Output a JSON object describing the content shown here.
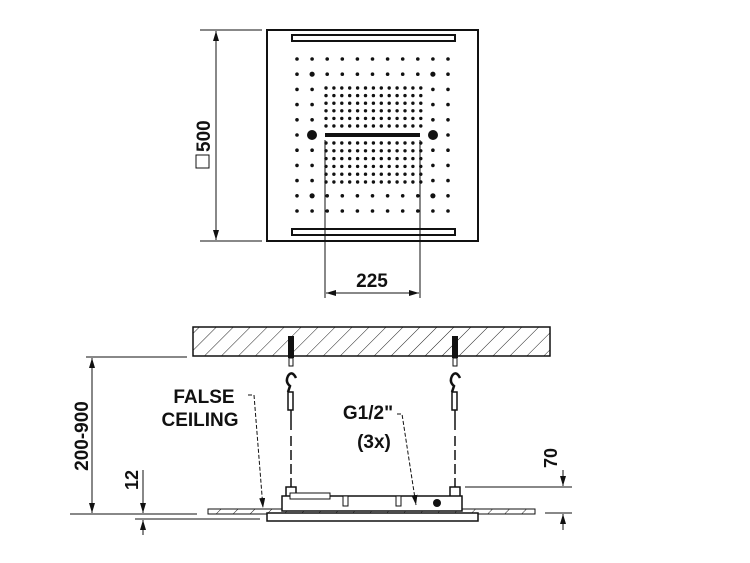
{
  "top_view": {
    "size_label": "500",
    "spacing_label": "225"
  },
  "side_view": {
    "height_range_label": "200-900",
    "false_ceiling_label": [
      "FALSE",
      "CEILING"
    ],
    "connection_label": [
      "G1/2\"",
      "(3x)"
    ],
    "thickness_label": "12",
    "body_height_label": "70"
  }
}
